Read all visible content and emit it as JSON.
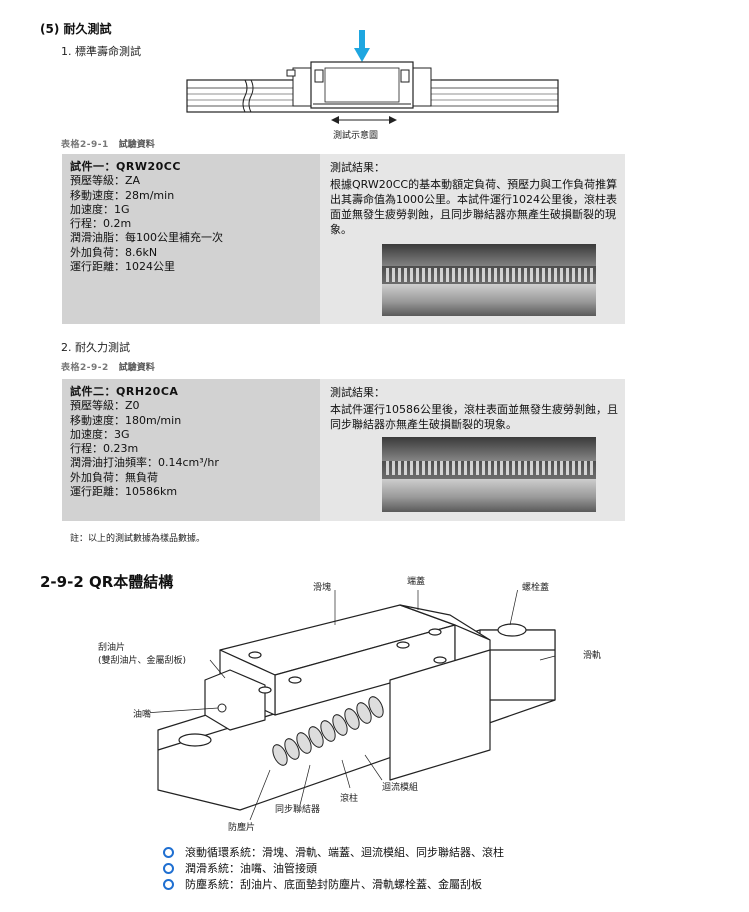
{
  "section": {
    "title": "(5) 耐久測試"
  },
  "test1": {
    "subtitle": "1. 標準壽命測試",
    "diagram_caption": "測試示意圖",
    "table_num": "表格2-9-1",
    "table_title": "試驗資料",
    "spec": [
      "試件一：QRW20CC",
      "預壓等級：ZA",
      "移動速度：28m/min",
      "加速度：1G",
      "行程：0.2m",
      "潤滑油脂：每100公里補充一次",
      "外加負荷：8.6kN",
      "運行距離：1024公里"
    ],
    "result_head": "測試結果：",
    "result_text": "根據QRW20CC的基本動額定負荷、預壓力與工作負荷推算出其壽命值為1000公里。本試件運行1024公里後，滾柱表面並無發生疲勞剝蝕，且同步聯結器亦無產生破損斷裂的現象。"
  },
  "test2": {
    "subtitle": "2. 耐久力測試",
    "table_num": "表格2-9-2",
    "table_title": "試驗資料",
    "spec": [
      "試件二：QRH20CA",
      "預壓等級：Z0",
      "移動速度：180m/min",
      "加速度：3G",
      "行程：0.23m",
      "潤滑油打油頻率：0.14cm³/hr",
      "外加負荷：無負荷",
      "運行距離：10586km"
    ],
    "result_head": "測試結果：",
    "result_text": "本試件運行10586公里後，滾柱表面並無發生疲勞剝蝕，且同步聯結器亦無產生破損斷裂的現象。"
  },
  "note": "註：以上的測試數據為樣品數據。",
  "structure": {
    "title": "2-9-2 QR本體結構",
    "labels": {
      "block": "滑塊",
      "end_cap": "端蓋",
      "bolt_cap": "螺栓蓋",
      "scraper": "刮油片",
      "scraper_sub": "(雙刮油片、金屬刮板)",
      "rail": "滑軌",
      "grease_nipple": "油嘴",
      "recirculation": "迴流模組",
      "roller": "滾柱",
      "retainer": "同步聯結器",
      "seal": "防塵片"
    },
    "bullets": [
      "滾動循環系統：滑塊、滑軌、端蓋、迴流模組、同步聯結器、滾柱",
      "潤滑系統：油嘴、油管接頭",
      "防塵系統：刮油片、底面墊封防塵片、滑軌螺栓蓋、金屬刮板"
    ]
  },
  "colors": {
    "accent": "#1ea6e0",
    "bullet": "#1f6fd1",
    "panel_light": "#e6e6e6",
    "panel_dark": "#d2d2d2"
  }
}
